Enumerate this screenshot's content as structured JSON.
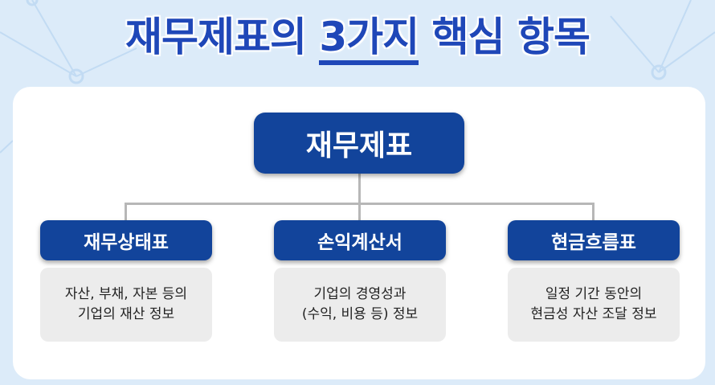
{
  "title": {
    "main": "재무제표의",
    "highlight": "3가지",
    "rest": "핵심 항목"
  },
  "root": {
    "label": "재무제표"
  },
  "items": [
    {
      "label": "재무상태표",
      "desc": [
        "자산, 부채, 자본 등의",
        "기업의 재산 정보"
      ]
    },
    {
      "label": "손익계산서",
      "desc": [
        "기업의 경영성과",
        "(수익, 비용 등) 정보"
      ]
    },
    {
      "label": "현금흐름표",
      "desc": [
        "일정 기간 동안의",
        "현금성 자산 조달 정보"
      ]
    }
  ],
  "colors": {
    "primary": "#12449b",
    "title": "#1f47b8",
    "background": "#dcebf9",
    "card": "#ffffff",
    "desc_bg": "#ececec",
    "connector": "#b7b7b7"
  }
}
